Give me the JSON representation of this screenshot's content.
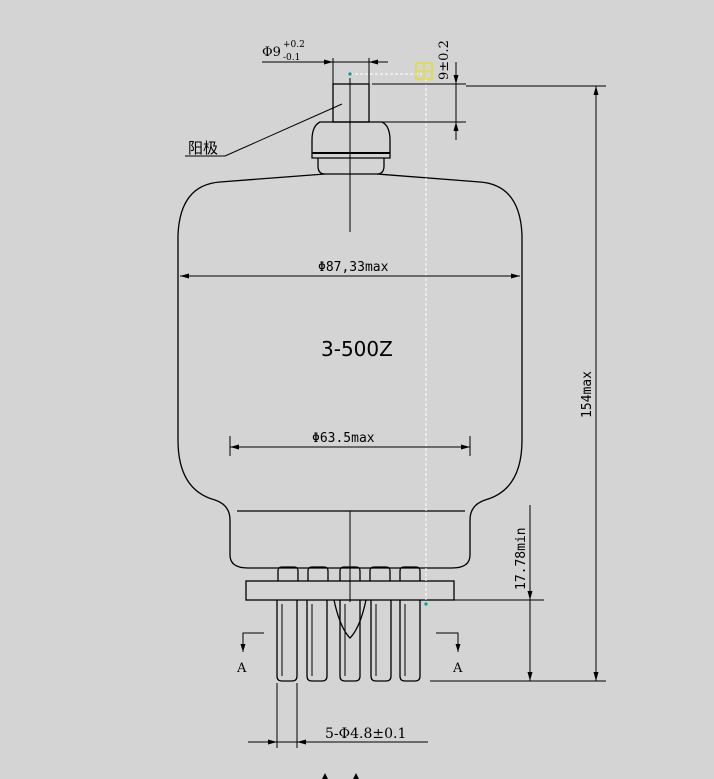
{
  "drawing": {
    "anode_label": "阳极",
    "cap_diameter": {
      "symbol": "Φ9",
      "upper": "+0.2",
      "lower": "-0.1"
    },
    "cap_height": "9±0.2",
    "bulb_diameter": "Φ87,33max",
    "model": "3-500Z",
    "lower_diameter": "Φ63.5max",
    "overall_height": "154max",
    "base_height": "17.78min",
    "pins": "5-Φ4.8±0.1",
    "section_marks": [
      "A",
      "A"
    ]
  }
}
